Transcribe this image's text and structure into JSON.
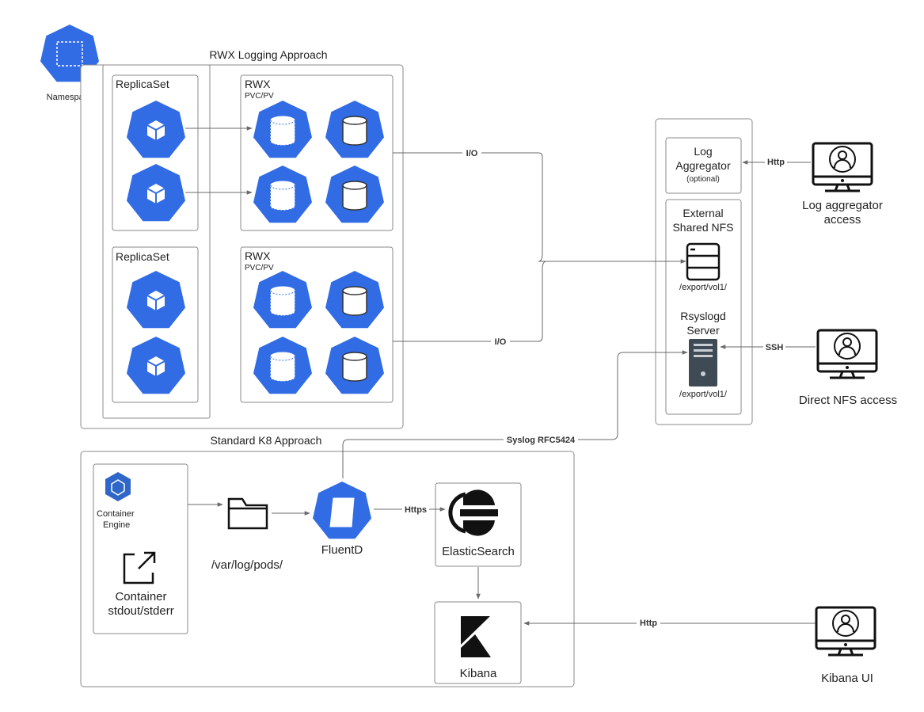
{
  "namespace": {
    "label": "Namespace",
    "icon": "namespace-icon"
  },
  "rwx_group": {
    "title": "RWX Logging Approach",
    "replicasets": [
      {
        "label": "ReplicaSet",
        "pods": 2
      },
      {
        "label": "ReplicaSet",
        "pods": 2
      }
    ],
    "volumes": [
      {
        "title": "RWX",
        "subtitle": "PVC/PV"
      },
      {
        "title": "RWX",
        "subtitle": "PVC/PV"
      }
    ],
    "io_label_top": "I/O",
    "io_label_bottom": "I/O"
  },
  "standard_group": {
    "title": "Standard K8 Approach",
    "container_engine": {
      "label_line1": "Container",
      "label_line2": "Engine"
    },
    "container_output": {
      "label_line1": "Container",
      "label_line2": "stdout/stderr"
    },
    "pods_folder": {
      "label": "/var/log/pods/"
    },
    "fluentd": {
      "label": "FluentD"
    },
    "elasticsearch": {
      "label": "ElasticSearch"
    },
    "kibana": {
      "label": "Kibana"
    },
    "https_label": "Https",
    "http_label": "Http"
  },
  "external_group": {
    "log_aggregator": {
      "line1": "Log",
      "line2": "Aggregator",
      "note": "(optional)"
    },
    "nfs": {
      "line1": "External",
      "line2": "Shared NFS",
      "path": "/export/vol1/"
    },
    "rsyslogd": {
      "line1": "Rsyslogd",
      "line2": "Server",
      "path": "/export/vol1/"
    },
    "syslog_label": "Syslog RFC5424"
  },
  "access_clients": [
    {
      "line1": "Log aggregator",
      "line2": "access",
      "protocol": "Http"
    },
    {
      "line1": "Direct NFS access",
      "line2": "",
      "protocol": "SSH"
    },
    {
      "line1": "Kibana UI",
      "line2": "",
      "protocol": "Http"
    }
  ],
  "colors": {
    "k8s_blue": "#326ce5",
    "line": "#6a6a6a",
    "border": "#8a8a8a"
  }
}
